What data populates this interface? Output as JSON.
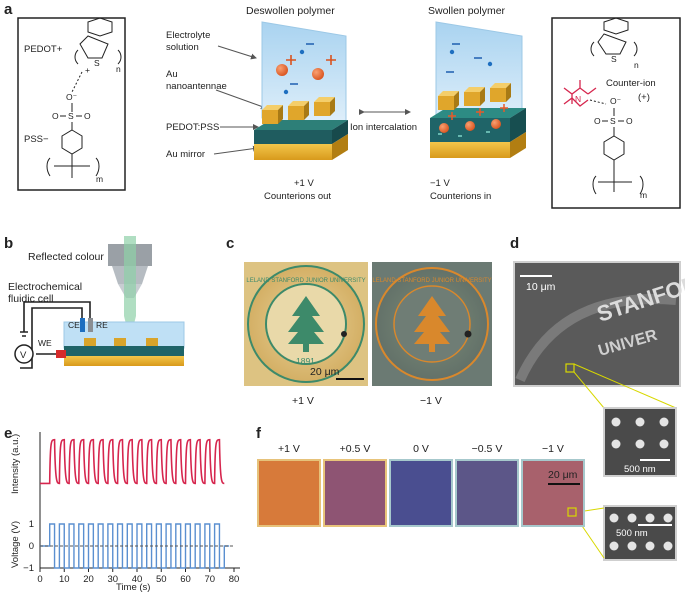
{
  "panel_a": {
    "letter": "a",
    "deswollen_title": "Deswollen polymer",
    "swollen_title": "Swollen polymer",
    "labels": {
      "electrolyte_line1": "Electrolyte",
      "electrolyte_line2": "solution",
      "au_line1": "Au",
      "au_line2": "nanoantennae",
      "pedot_pss": "PEDOT:PSS",
      "au_mirror": "Au mirror",
      "ion_intercalation": "Ion intercalation",
      "pedot_plus": "PEDOT+",
      "pss_minus": "PSS−",
      "counter_ion": "Counter-ion",
      "counter_ion_charge": "(+)",
      "s_atom": "S",
      "o_atom": "O",
      "o_minus": "O⁻",
      "n_atom": "N",
      "plus_sign": "+",
      "n_label": "n",
      "m_label": "m",
      "plus_v": "+1 V",
      "counterions_out": "Counterions out",
      "minus_v": "−1 V",
      "counterions_in": "Counterions in"
    }
  },
  "panel_b": {
    "letter": "b",
    "reflected_colour": "Reflected colour",
    "cell_line1": "Electrochemical",
    "cell_line2": "fluidic cell",
    "ce": "CE",
    "re": "RE",
    "we": "WE",
    "v": "V"
  },
  "panel_c": {
    "letter": "c",
    "left_v": "+1 V",
    "right_v": "−1 V",
    "scale": "20 μm",
    "seal_text": "LELAND STANFORD JUNIOR UNIVERSITY",
    "seal_year": "1891"
  },
  "panel_d": {
    "letter": "d",
    "scale_main": "10 μm",
    "scale_inset1": "500 nm",
    "scale_inset2": "500 nm",
    "sem_text_1": "STANFORD",
    "sem_text_2": "UNIVER"
  },
  "panel_e": {
    "letter": "e",
    "colors": {
      "intensity": "#d6264e",
      "voltage": "#5a8fd0"
    }
  },
  "panel_f": {
    "letter": "f",
    "voltages": [
      "+1 V",
      "+0.5 V",
      "0 V",
      "−0.5 V",
      "−1 V"
    ],
    "scale": "20 μm",
    "colors": [
      "#d77a3a",
      "#8e5473",
      "#4a4e90",
      "#5c5688",
      "#a8616c"
    ],
    "borders": [
      "#e6c27a",
      "#e8c47a",
      "#a6c8cc",
      "#a6c8cc",
      "#a6c8cc"
    ]
  },
  "chart_data": [
    {
      "type": "line",
      "ylabel": "Intensity (a.u.)",
      "xlim": [
        0,
        80
      ],
      "x": [
        0,
        4,
        5,
        8,
        9,
        12,
        13,
        16,
        17,
        20,
        21,
        24,
        25,
        28,
        29,
        32,
        33,
        36,
        37,
        40,
        41,
        44,
        45,
        48,
        49,
        52,
        53,
        56,
        57,
        60,
        61,
        64,
        65,
        68,
        69,
        72,
        73,
        76
      ],
      "cycle_length_s": 4,
      "high_duration_s": 2,
      "cycle_starts_s": [
        4,
        8,
        12,
        16,
        20,
        24,
        28,
        32,
        36,
        40,
        44,
        48,
        52,
        56,
        60,
        64,
        68,
        72
      ],
      "y_high": 240,
      "y_low": 150,
      "ylim": [
        120,
        260
      ],
      "series": []
    },
    {
      "type": "line",
      "xlabel": "Time (s)",
      "ylabel": "Voltage (V)",
      "xlim": [
        0,
        80
      ],
      "ylim": [
        -1,
        1
      ],
      "x_ticks": [
        0,
        10,
        20,
        30,
        40,
        50,
        60,
        70,
        80
      ],
      "y_ticks": [
        1,
        0,
        -1
      ],
      "square_wave": {
        "period_s": 4,
        "high_s": 2,
        "start_s": 4,
        "end_s": 76,
        "high": 1,
        "low": -1,
        "baseline": 0
      },
      "series": []
    }
  ]
}
